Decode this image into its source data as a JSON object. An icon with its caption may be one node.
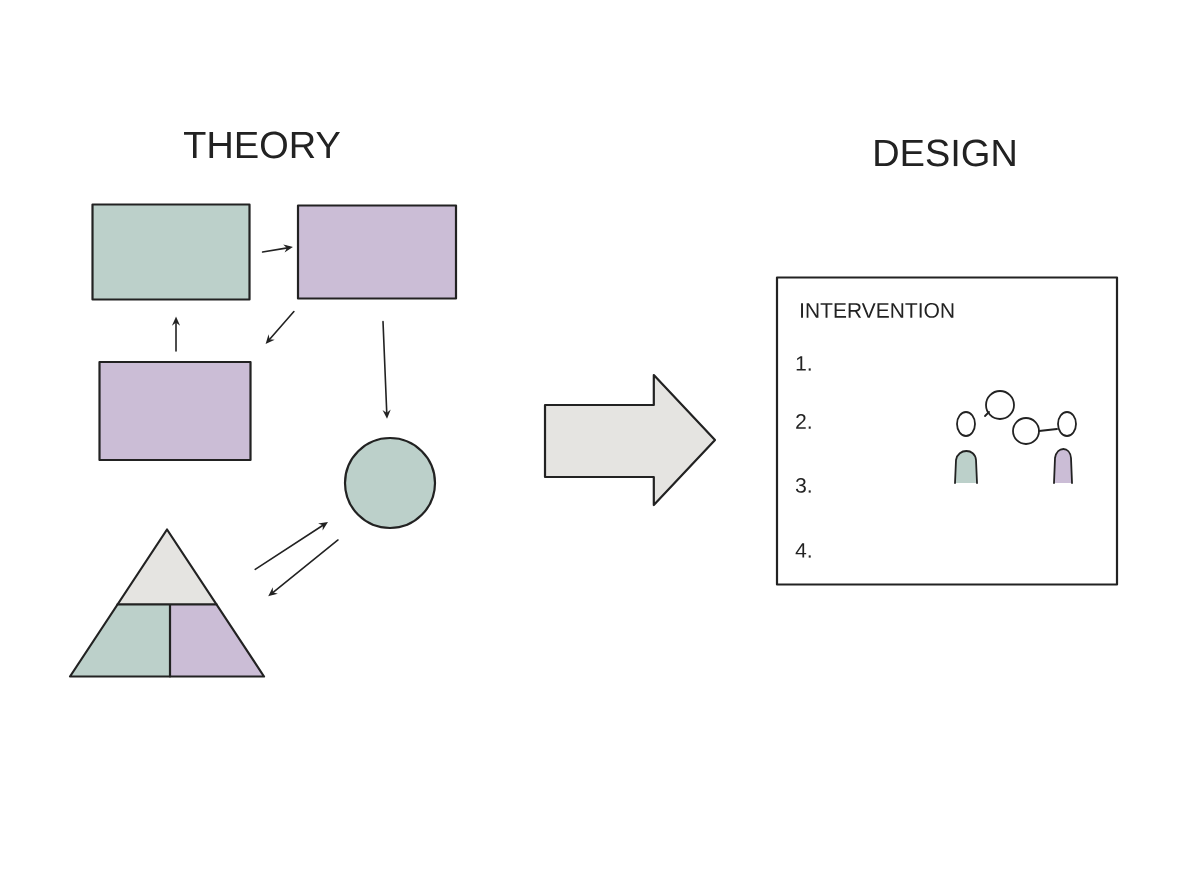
{
  "diagram": {
    "nodes": [
      {
        "text": [],
        "shape": "box"
      },
      {
        "text": [],
        "shape": "box"
      },
      {
        "text": [],
        "shape": "box"
      },
      {
        "text": [],
        "shape": "circle"
      },
      {
        "text": [],
        "shape": "triangle"
      },
      {
        "text": [],
        "shape": "arrow"
      },
      {
        "text": [
          "INTERVENTION",
          "1.",
          "2.",
          "3.",
          "4."
        ]
      }
    ],
    "edges": [
      {
        "from": 0,
        "to": 1,
        "arrow": "to"
      },
      {
        "from": 2,
        "to": 0,
        "arrow": "to"
      },
      {
        "from": 1,
        "to": 2,
        "arrow": "to"
      },
      {
        "from": 1,
        "to": 3,
        "arrow": "to"
      },
      {
        "from": 4,
        "to": 3,
        "arrow": "to"
      },
      {
        "from": 3,
        "to": 4,
        "arrow": "to"
      }
    ],
    "labels": [
      "THEORY",
      "DESIGN"
    ]
  }
}
